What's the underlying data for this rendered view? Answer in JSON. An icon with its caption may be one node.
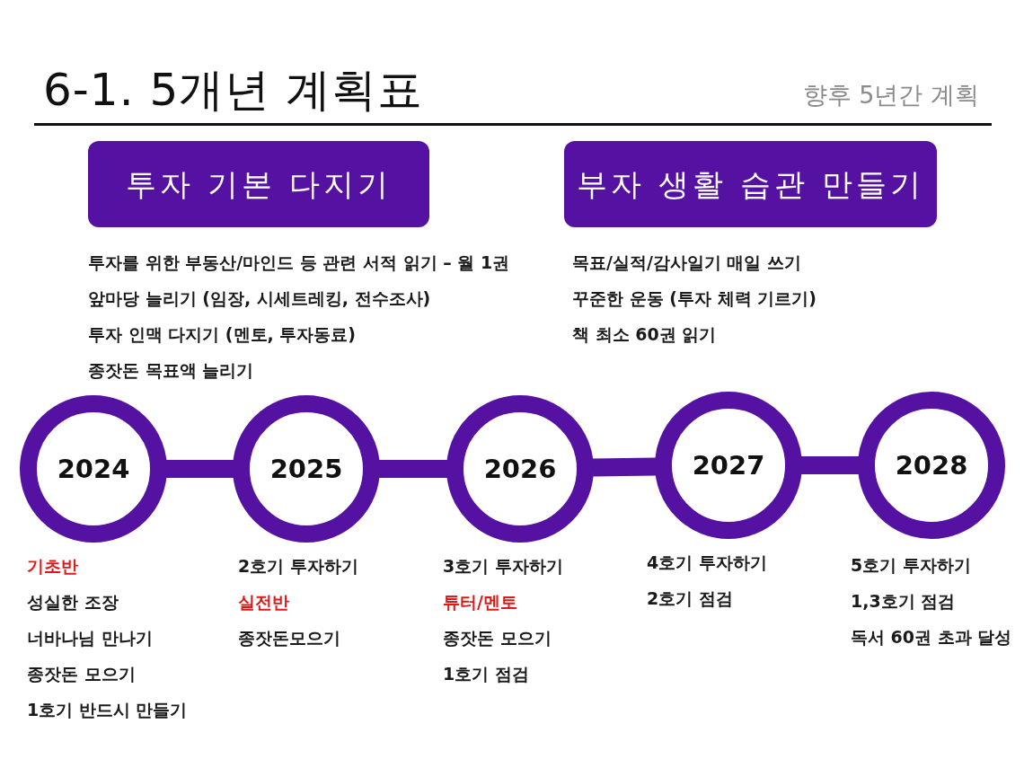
{
  "diagram": {
    "title": "6-1. 5개년 계획표",
    "nodes": [
      {
        "text": [
          "투자 기본 다지기"
        ],
        "beside": [
          "투자를 위한 부동산/마인드 등 관련 서적 읽기 – 월 1권",
          "앞마당 늘리기 (임장, 시세트레킹, 전수조사)",
          "투자 인맥 다지기 (멘토, 투자동료)",
          "종잣돈 목표액 늘리기"
        ]
      },
      {
        "text": [
          "부자 생활 습관 만들기"
        ],
        "beside": [
          "목표/실적/감사일기 매일 쓰기",
          "꾸준한 운동 (투자 체력 기르기)",
          "책 최소 60권 읽기"
        ]
      },
      {
        "text": [
          "2024"
        ],
        "beside": [
          "기초반",
          "성실한 조장",
          "너바나님 만나기",
          "종잣돈 모으기",
          "1호기 반드시 만들기"
        ]
      },
      {
        "text": [
          "2025"
        ],
        "beside": [
          "2호기 투자하기",
          "실전반",
          "종잣돈모으기"
        ]
      },
      {
        "text": [
          "2026"
        ],
        "beside": [
          "3호기 투자하기",
          "튜터/멘토",
          "종잣돈 모으기",
          "1호기 점검"
        ]
      },
      {
        "text": [
          "2027"
        ],
        "beside": [
          "4호기 투자하기",
          "2호기 점검"
        ]
      },
      {
        "text": [
          "2028"
        ],
        "beside": [
          "5호기 투자하기",
          "1,3호기 점검",
          "독서 60권 초과 달성"
        ]
      }
    ],
    "edges": [
      {
        "from": 2,
        "to": 3,
        "arrow": "none"
      },
      {
        "from": 3,
        "to": 4,
        "arrow": "none"
      },
      {
        "from": 4,
        "to": 5,
        "arrow": "none"
      },
      {
        "from": 5,
        "to": 6,
        "arrow": "none"
      }
    ],
    "labels": [
      "향후 5년간 계획"
    ]
  }
}
